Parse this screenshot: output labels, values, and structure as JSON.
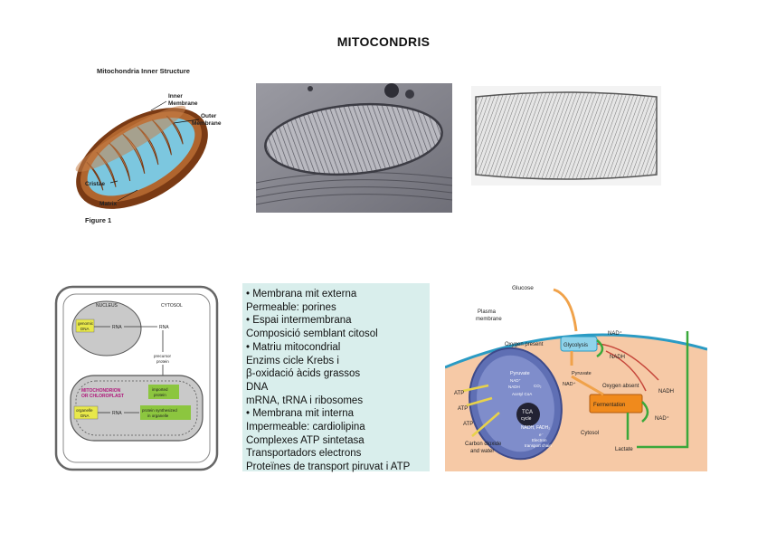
{
  "title": "MITOCONDRIS",
  "mito_figure": {
    "header": "Mitochondria Inner Structure",
    "labels": {
      "inner": "Inner\nMembrane",
      "inner_1": "Inner",
      "inner_2": "Membrane",
      "outer_1": "Outer",
      "outer_2": "Membrane",
      "cristae": "Cristae",
      "matrix": "Matrix"
    },
    "caption": "Figure 1"
  },
  "organelle_figure": {
    "nucleus": "NUCLEUS",
    "cytosol": "CYTOSOL",
    "genomic_dna_1": "genomic",
    "genomic_dna_2": "DNA",
    "rna_1": "RNA",
    "rna_2": "RNA",
    "precursor_1": "precursor",
    "precursor_2": "protein",
    "mito_1": "MITOCHONDRION",
    "mito_2": "OR CHLOROPLAST",
    "imported_1": "imported",
    "imported_2": "protein",
    "organelle_dna_1": "organelle",
    "organelle_dna_2": "DNA",
    "rna_3": "RNA",
    "synth_1": "protein synthesized",
    "synth_2": "in organelle"
  },
  "text_box": {
    "lines": [
      "• Membrana mit externa",
      "Permeable: porines",
      "• Espai intermembrana",
      "Composició semblant citosol",
      "• Matriu mitocondrial",
      "Enzims cicle Krebs i",
      "β-oxidació àcids grassos",
      "DNA",
      "mRNA, tRNA i ribosomes",
      "• Membrana mit interna",
      "Impermeable: cardiolipina",
      "Complexes ATP sintetasa",
      "Transportadors electrons",
      "Proteïnes de transport piruvat i ATP"
    ]
  },
  "metabolism_figure": {
    "glucose": "Glucose",
    "plasma_1": "Plasma",
    "plasma_2": "membrane",
    "oxygen_present": "Oxygen present",
    "glycolysis": "Glycolysis",
    "nad_plus_1": "NAD⁺",
    "nadh_1": "NADH",
    "pyruvate_1": "Pyruvate",
    "pyruvate_2": "Pyruvate",
    "nad_plus_2": "NAD⁺",
    "nadh_2": "NADH",
    "co2": "CO₂",
    "acetyl": "Acetyl CoA",
    "oxygen_absent": "Oxygen absent",
    "nadh_3": "NADH",
    "fermentation": "Fermentation",
    "nad_plus_3": "NAD⁺",
    "tca_1": "TCA",
    "tca_2": "cycle",
    "nadh_fadh": "NADH, FADH₂",
    "electron_1": "e⁻",
    "electron_2": "Electron",
    "electron_3": "transport chain",
    "atp_1": "ATP",
    "atp_2": "ATP",
    "atp_3": "ATP",
    "carbon_1": "Carbon dioxide",
    "carbon_2": "and water",
    "cytosol": "Cytosol",
    "lactate": "Lactate",
    "nad_plus_4": "NAD⁺"
  },
  "colors": {
    "textbox_bg": "#d9eeec",
    "matrix_blue": "#7cc7df",
    "membrane_brown": "#8a4a22",
    "cytosol_peach": "#f6c9a6",
    "mito_purple": "#5f6fb4",
    "glycolysis_blue": "#8fd3ea",
    "fermentation_orange": "#f08a1c"
  }
}
